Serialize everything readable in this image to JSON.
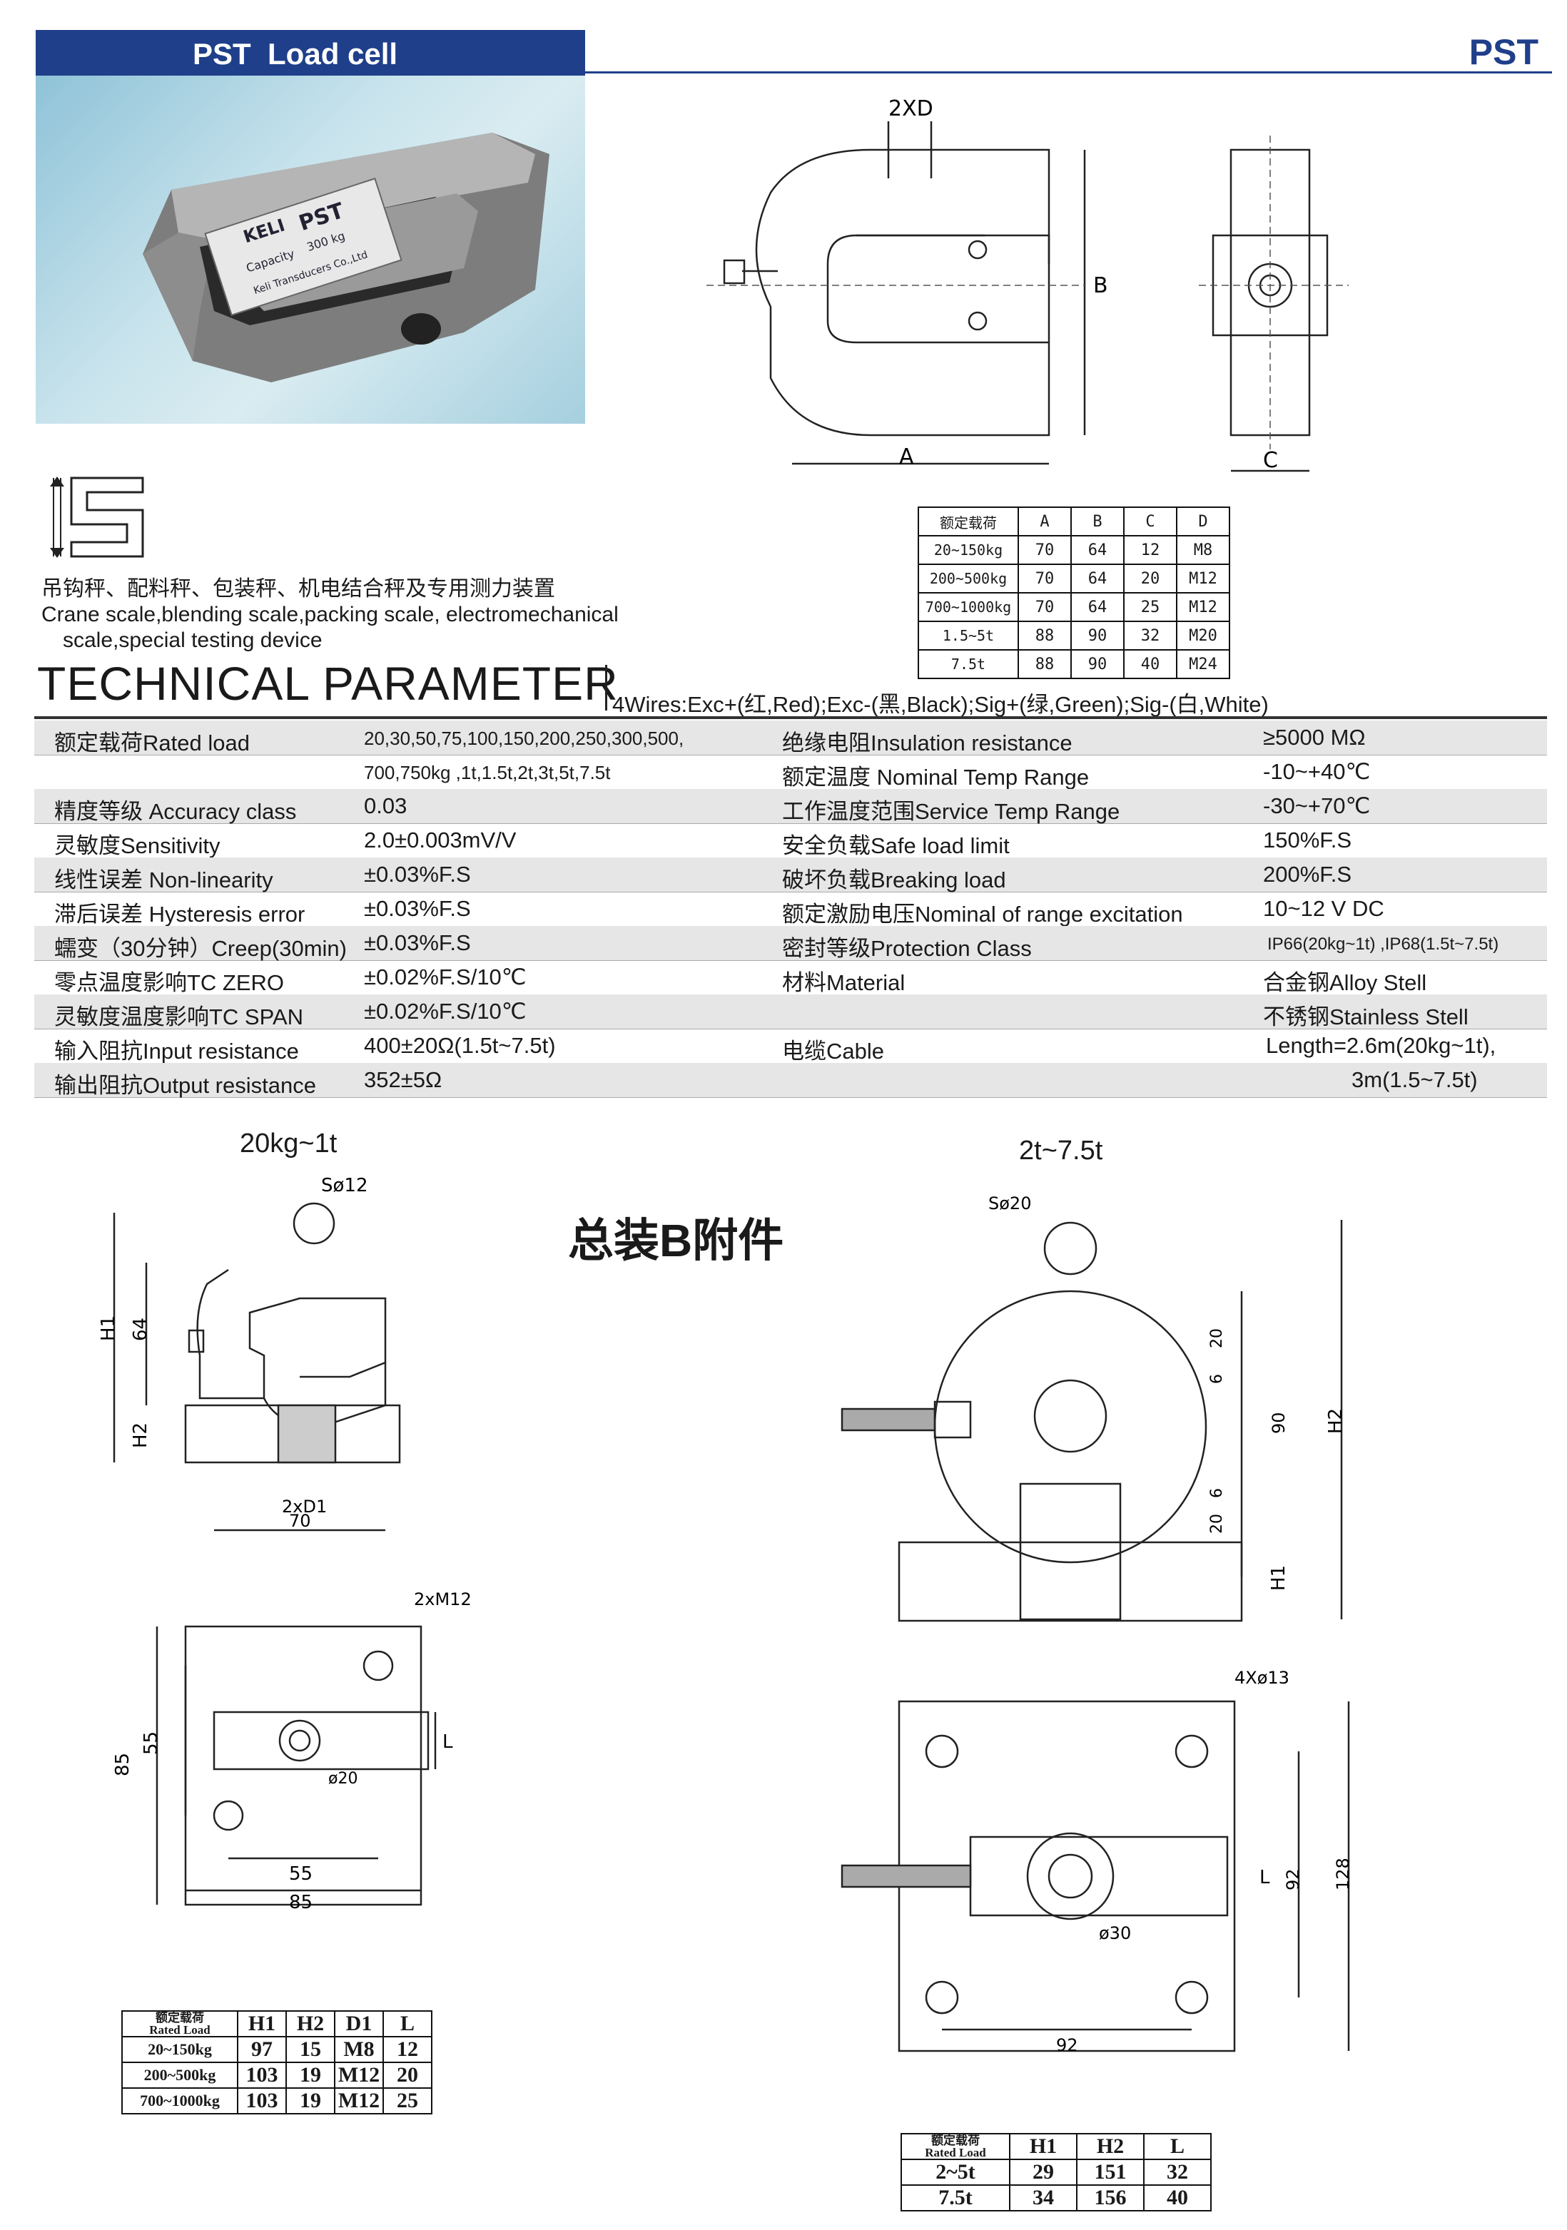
{
  "header": {
    "title": "PST  Load cell",
    "model_code": "PST"
  },
  "photo_label": {
    "brand": "KELI",
    "model": "PST",
    "capacity": "Capacity",
    "capacity_value": "300 kg",
    "maker": "Keli Transducers Co.,Ltd"
  },
  "top_drawing": {
    "dim_2xd": "2XD",
    "dim_b": "B",
    "dim_a": "A",
    "dim_c": "C"
  },
  "dim_table": {
    "headers": [
      "额定载荷",
      "A",
      "B",
      "C",
      "D"
    ],
    "rows": [
      [
        "20~150kg",
        "70",
        "64",
        "12",
        "M8"
      ],
      [
        "200~500kg",
        "70",
        "64",
        "20",
        "M12"
      ],
      [
        "700~1000kg",
        "70",
        "64",
        "25",
        "M12"
      ],
      [
        "1.5~5t",
        "88",
        "90",
        "32",
        "M20"
      ],
      [
        "7.5t",
        "88",
        "90",
        "40",
        "M24"
      ]
    ]
  },
  "applications": {
    "cn": "吊钩秤、配料秤、包装秤、机电结合秤及专用测力装置",
    "en1": "Crane scale,blending scale,packing scale, electromechanical",
    "en2": "scale,special testing device"
  },
  "technical": {
    "title": "TECHNICAL PARAMETER",
    "wires": "4Wires:Exc+(红,Red);Exc-(黑,Black);Sig+(绿,Green);Sig-(白,White)",
    "rows": [
      {
        "l_label": "额定载荷Rated load",
        "l_value": "20,30,50,75,100,150,200,250,300,500,",
        "r_label": "绝缘电阻Insulation resistance",
        "r_value": "≥5000 MΩ"
      },
      {
        "l_label": "",
        "l_value": "700,750kg ,1t,1.5t,2t,3t,5t,7.5t",
        "r_label": "额定温度 Nominal Temp Range",
        "r_value": "-10~+40℃"
      },
      {
        "l_label": "精度等级 Accuracy class",
        "l_value": "0.03",
        "r_label": "工作温度范围Service Temp Range",
        "r_value": "-30~+70℃"
      },
      {
        "l_label": "灵敏度Sensitivity",
        "l_value": "2.0±0.003mV/V",
        "r_label": "安全负载Safe load limit",
        "r_value": "150%F.S"
      },
      {
        "l_label": "线性误差 Non-linearity",
        "l_value": "±0.03%F.S",
        "r_label": "破坏负载Breaking load",
        "r_value": "200%F.S"
      },
      {
        "l_label": "滞后误差 Hysteresis error",
        "l_value": "±0.03%F.S",
        "r_label": "额定激励电压Nominal of range excitation",
        "r_value": "10~12 V DC"
      },
      {
        "l_label": "蠕变（30分钟）Creep(30min)",
        "l_value": "±0.03%F.S",
        "r_label": "密封等级Protection Class",
        "r_value": "IP66(20kg~1t) ,IP68(1.5t~7.5t)"
      },
      {
        "l_label": "零点温度影响TC ZERO",
        "l_value": "±0.02%F.S/10℃",
        "r_label": "材料Material",
        "r_value": "合金钢Alloy Stell"
      },
      {
        "l_label": "灵敏度温度影响TC SPAN",
        "l_value": "±0.02%F.S/10℃",
        "r_label": "",
        "r_value": "不锈钢Stainless Stell"
      },
      {
        "l_label": "输入阻抗Input resistance",
        "l_value": "400±20Ω(1.5t~7.5t)",
        "r_label": "电缆Cable",
        "r_value": "Length=2.6m(20kg~1t),"
      },
      {
        "l_label": "输出阻抗Output resistance",
        "l_value": "352±5Ω",
        "r_label": "",
        "r_value": "3m(1.5~7.5t)"
      }
    ]
  },
  "assembly": {
    "title": "总装B附件",
    "left_caption": "20kg~1t",
    "right_caption": "2t~7.5t",
    "left_dims": {
      "s": "Sø12",
      "h1": "H1",
      "h2": "H2",
      "d64": "64",
      "d2xd1": "2xD1",
      "w70": "70",
      "bolts": "2xM12",
      "d85v": "85",
      "d55v": "55",
      "d20": "ø20",
      "d55h": "55",
      "d85h": "85",
      "l": "L"
    },
    "right_dims": {
      "s": "Sø20",
      "d20a": "20",
      "d6a": "6",
      "d90": "90",
      "h2": "H2",
      "d6b": "6",
      "d20b": "20",
      "h1": "H1",
      "holes": "4Xø13",
      "l": "L",
      "d92v": "92",
      "d128": "128",
      "d30": "ø30",
      "d92h": "92"
    },
    "table_left": {
      "headers": [
        "额定载荷",
        "Rated Load",
        "H1",
        "H2",
        "D1",
        "L"
      ],
      "rows": [
        [
          "20~150kg",
          "97",
          "15",
          "M8",
          "12"
        ],
        [
          "200~500kg",
          "103",
          "19",
          "M12",
          "20"
        ],
        [
          "700~1000kg",
          "103",
          "19",
          "M12",
          "25"
        ]
      ]
    },
    "table_right": {
      "headers": [
        "额定载荷",
        "Rated Load",
        "H1",
        "H2",
        "L"
      ],
      "rows": [
        [
          "2~5t",
          "29",
          "151",
          "32"
        ],
        [
          "7.5t",
          "34",
          "156",
          "40"
        ]
      ]
    }
  }
}
